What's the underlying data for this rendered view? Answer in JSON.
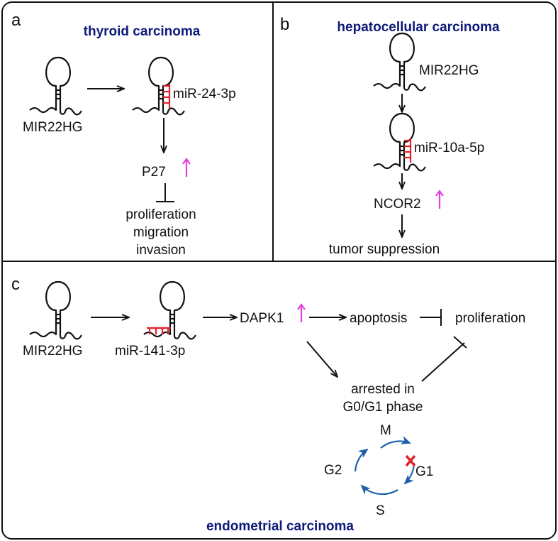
{
  "panels": {
    "a": {
      "letter": "a",
      "title": "thyroid carcinoma",
      "gene": "MIR22HG",
      "mirna": "miR-24-3p",
      "target": "P27",
      "outcomes": [
        "proliferation",
        "migration",
        "invasion"
      ]
    },
    "b": {
      "letter": "b",
      "title": "hepatocellular carcinoma",
      "gene": "MIR22HG",
      "mirna": "miR-10a-5p",
      "target": "NCOR2",
      "outcome": "tumor suppression"
    },
    "c": {
      "letter": "c",
      "title": "endometrial carcinoma",
      "gene": "MIR22HG",
      "mirna": "miR-141-3p",
      "target": "DAPK1",
      "apoptosis": "apoptosis",
      "proliferation": "proliferation",
      "arrest_line1": "arrested in",
      "arrest_line2": "G0/G1 phase",
      "cycle": {
        "m": "M",
        "g1": "G1",
        "s": "S",
        "g2": "G2"
      }
    }
  },
  "colors": {
    "title": "#0d1a78",
    "binding": "#e0202a",
    "upregulation": "#e23ee0",
    "cell_cycle": "#1f5fa8",
    "block": "#e0202a"
  },
  "icons": [
    "hairpin-rna-icon",
    "up-arrow-icon",
    "inhibition-bar-icon",
    "cell-cycle-icon",
    "cross-mark-icon"
  ]
}
